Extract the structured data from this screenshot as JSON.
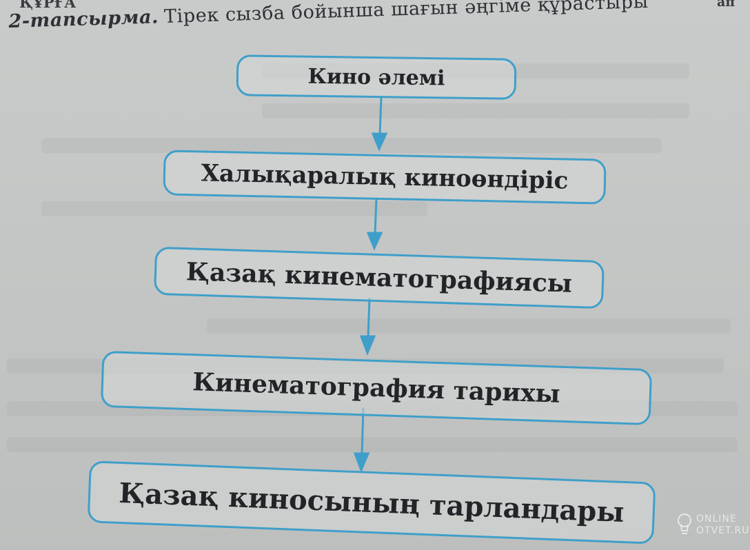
{
  "header": {
    "top_fragment": "ҚҰРҒА",
    "top_right_fragment": "ап",
    "task_label": "2-тапсырма.",
    "task_text": "Тірек сызба бойынша шағын әңгіме құрастыры"
  },
  "diagram": {
    "nodes": [
      {
        "label": "Кино әлемі"
      },
      {
        "label": "Халықаралық киноөндіріс"
      },
      {
        "label": "Қазақ кинематографиясы"
      },
      {
        "label": "Кинематография тарихы"
      },
      {
        "label": "Қазақ киносының тарландары"
      }
    ],
    "colors": {
      "border": "#3f9fca",
      "arrow": "#3f9fca",
      "text": "#222428"
    }
  },
  "watermark": {
    "line1": "ONLINE",
    "line2": "OTVET.RU"
  }
}
